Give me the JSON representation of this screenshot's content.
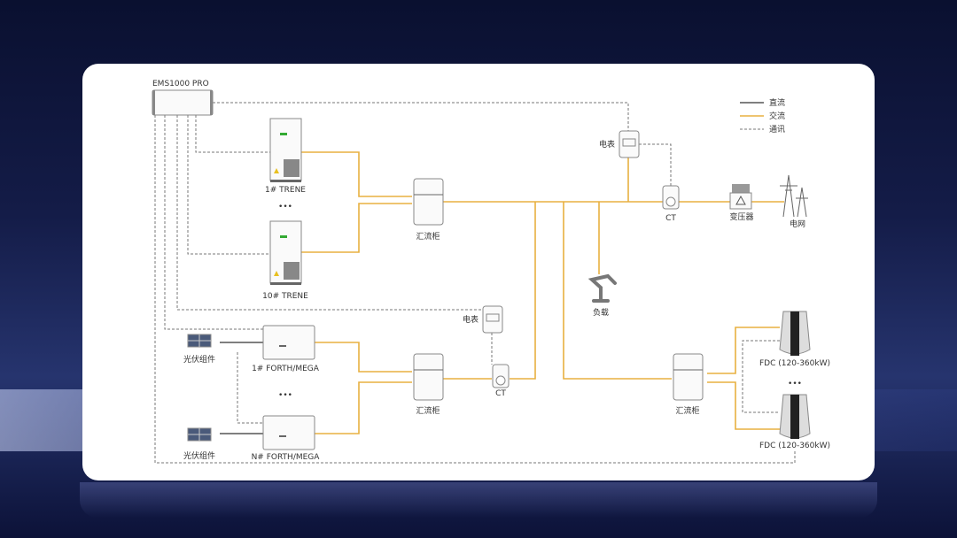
{
  "ems": {
    "label": "EMS1000 PRO"
  },
  "legend": [
    {
      "label": "直流",
      "color": "#555555"
    },
    {
      "label": "交流",
      "color": "#e8b040"
    },
    {
      "label": "通讯",
      "color": "#777777"
    }
  ],
  "storage": [
    {
      "label": "1# TRENE"
    },
    {
      "label": "10# TRENE"
    }
  ],
  "inverters": [
    {
      "label": "1# FORTH/MEGA"
    },
    {
      "label": "N# FORTH/MEGA"
    }
  ],
  "pv": [
    {
      "label": "光伏组件"
    },
    {
      "label": "光伏组件"
    }
  ],
  "combiners": [
    {
      "label": "汇流柜"
    },
    {
      "label": "汇流柜"
    },
    {
      "label": "汇流柜"
    }
  ],
  "meters": [
    {
      "label": "电表"
    },
    {
      "label": "电表"
    }
  ],
  "ct": [
    {
      "label": "CT"
    },
    {
      "label": "CT"
    }
  ],
  "transformer": {
    "label": "变压器"
  },
  "grid": {
    "label": "电网"
  },
  "load": {
    "label": "负载"
  },
  "chargers": [
    {
      "label": "FDC (120-360kW)"
    },
    {
      "label": "FDC (120-360kW)"
    }
  ],
  "ellipsis": "•••"
}
